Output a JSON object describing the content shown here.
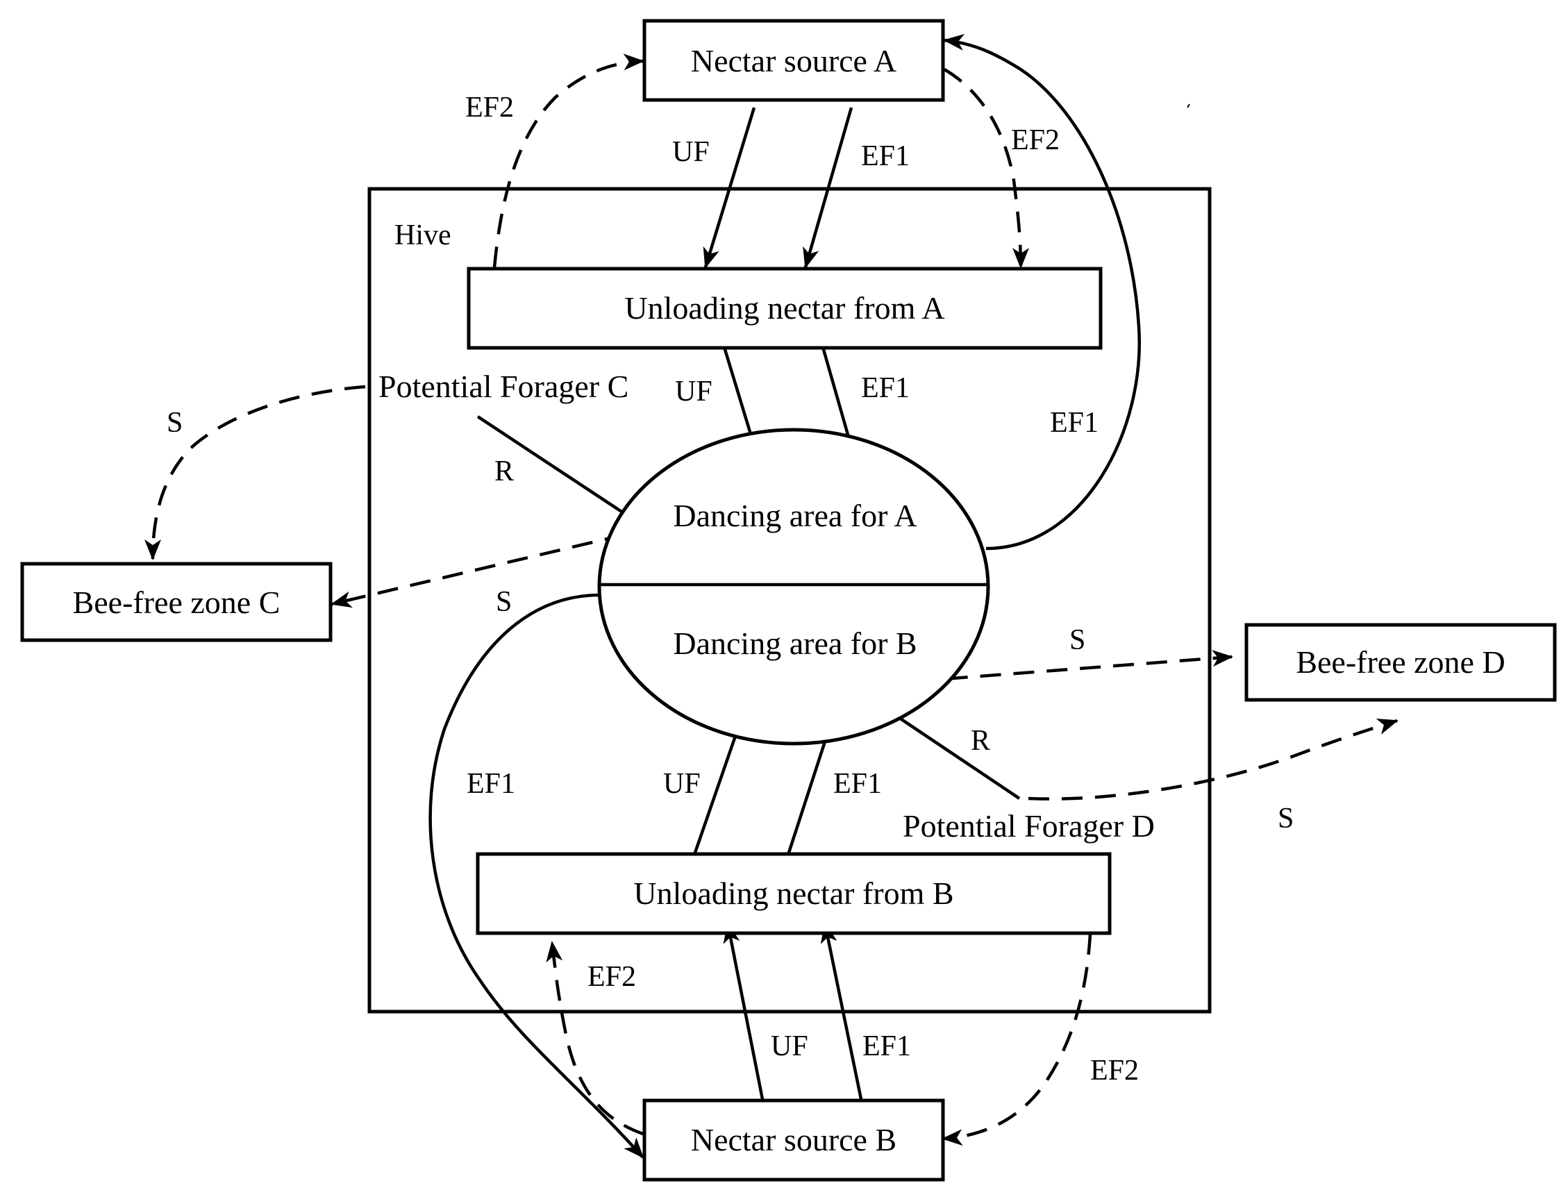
{
  "hive_label": "Hive",
  "nodes": {
    "nectar_a": "Nectar source A",
    "nectar_b": "Nectar source B",
    "unload_a": "Unloading nectar from A",
    "unload_b": "Unloading nectar from B",
    "dance_a": "Dancing area for A",
    "dance_b": "Dancing area for B",
    "forager_c": "Potential Forager C",
    "forager_d": "Potential Forager D",
    "zone_c": "Bee-free zone C",
    "zone_d": "Bee-free zone D"
  },
  "edge_labels": {
    "ef2_a_left": "EF2",
    "uf_a_in": "UF",
    "ef1_a_in": "EF1",
    "ef2_a_right": "EF2",
    "uf_a_dance": "UF",
    "ef1_a_dance": "EF1",
    "ef1_a_return": "EF1",
    "s_c_top": "S",
    "r_c": "R",
    "s_c_bottom": "S",
    "s_d_top": "S",
    "r_d": "R",
    "s_d_bottom": "S",
    "ef1_b_return": "EF1",
    "uf_b_dance": "UF",
    "ef1_b_dance": "EF1",
    "ef2_b_left": "EF2",
    "uf_b_in": "UF",
    "ef1_b_in": "EF1",
    "ef2_b_right": "EF2"
  }
}
